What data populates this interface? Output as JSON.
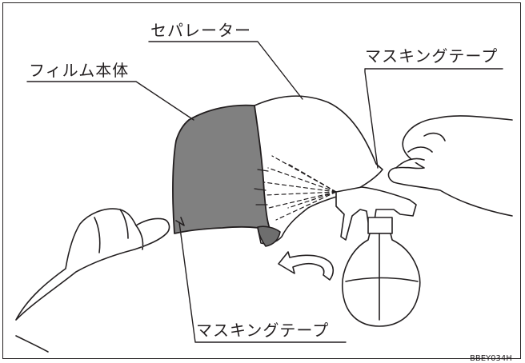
{
  "labels": {
    "separator": "セパレーター",
    "film_body": "フィルム本体",
    "masking_tape_top": "マスキングテープ",
    "masking_tape_bottom": "マスキングテープ"
  },
  "figure_code": "BBEY034H",
  "colors": {
    "line": "#231f20",
    "film": "#808080",
    "film_edge": "#6e6e6e",
    "background": "#ffffff"
  },
  "icons": {
    "spray_bottle": "spray-bottle-icon",
    "peel_arrow": "curved-arrow-icon"
  }
}
